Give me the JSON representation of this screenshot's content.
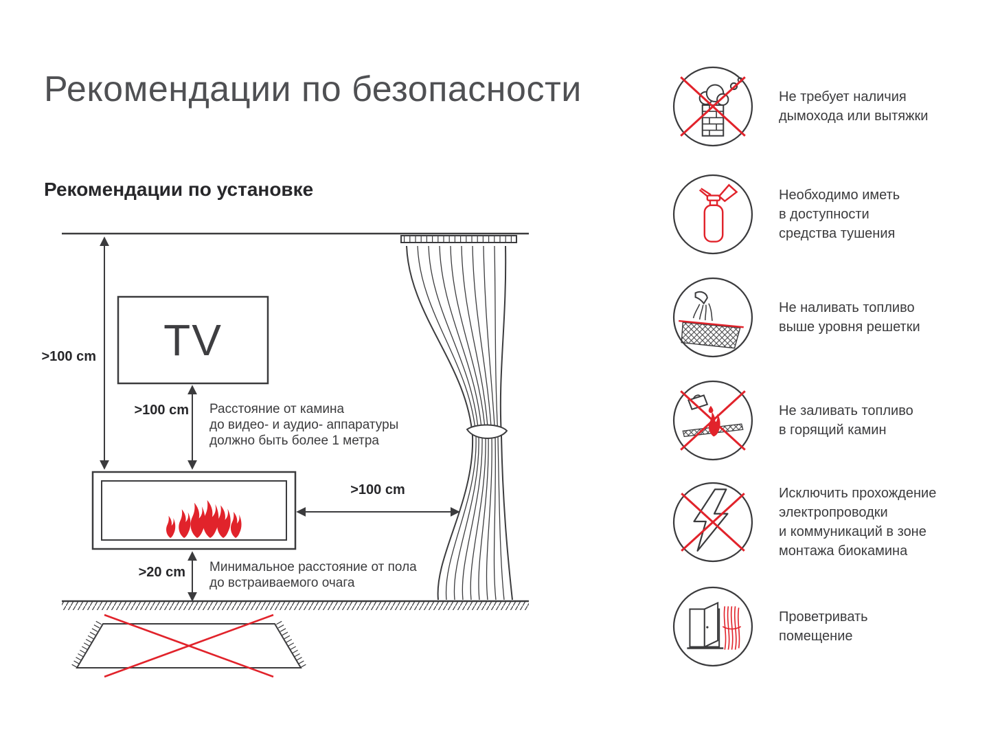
{
  "page": {
    "title": "Рекомендации по безопасности",
    "subtitle": "Рекомендации по установке"
  },
  "diagram": {
    "tv_label": "TV",
    "dim_wall_to_fireplace": ">100 cm",
    "dim_tv_to_fireplace": ">100 cm",
    "dim_fireplace_to_curtain": ">100 cm",
    "dim_floor_to_fireplace": ">20 cm",
    "note_equipment": "Расстояние от камина\nдо видео- и аудио- аппаратуры\nдолжно быть более 1 метра",
    "note_floor": "Минимальное расстояние от пола\nдо встраиваемого очага"
  },
  "colors": {
    "line": "#3b3b3d",
    "accent_red": "#e1232b",
    "title_gray": "#4f5053"
  },
  "safety_items": [
    {
      "icon": "no-chimney-icon",
      "text": "Не требует наличия\nдымохода или вытяжки"
    },
    {
      "icon": "fire-extinguisher-icon",
      "text": "Необходимо иметь\nв доступности\nсредства тушения"
    },
    {
      "icon": "fuel-level-icon",
      "text": "Не наливать топливо\nвыше уровня решетки"
    },
    {
      "icon": "no-refuel-burning-icon",
      "text": "Не заливать топливо\nв горящий камин"
    },
    {
      "icon": "no-wiring-icon",
      "text": "Исключить прохождение\nэлектропроводки\nи коммуникаций в зоне\nмонтажа биокамина"
    },
    {
      "icon": "ventilate-icon",
      "text": "Проветривать\nпомещение"
    }
  ]
}
